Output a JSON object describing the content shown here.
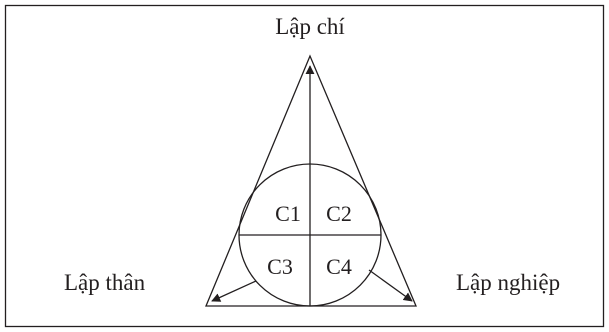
{
  "labels": {
    "top": "Lập chí",
    "left": "Lập thân",
    "right": "Lập nghiệp"
  },
  "quadrants": [
    "C1",
    "C2",
    "C3",
    "C4"
  ],
  "colors": {
    "stroke": "#231f20",
    "background": "#ffffff"
  }
}
